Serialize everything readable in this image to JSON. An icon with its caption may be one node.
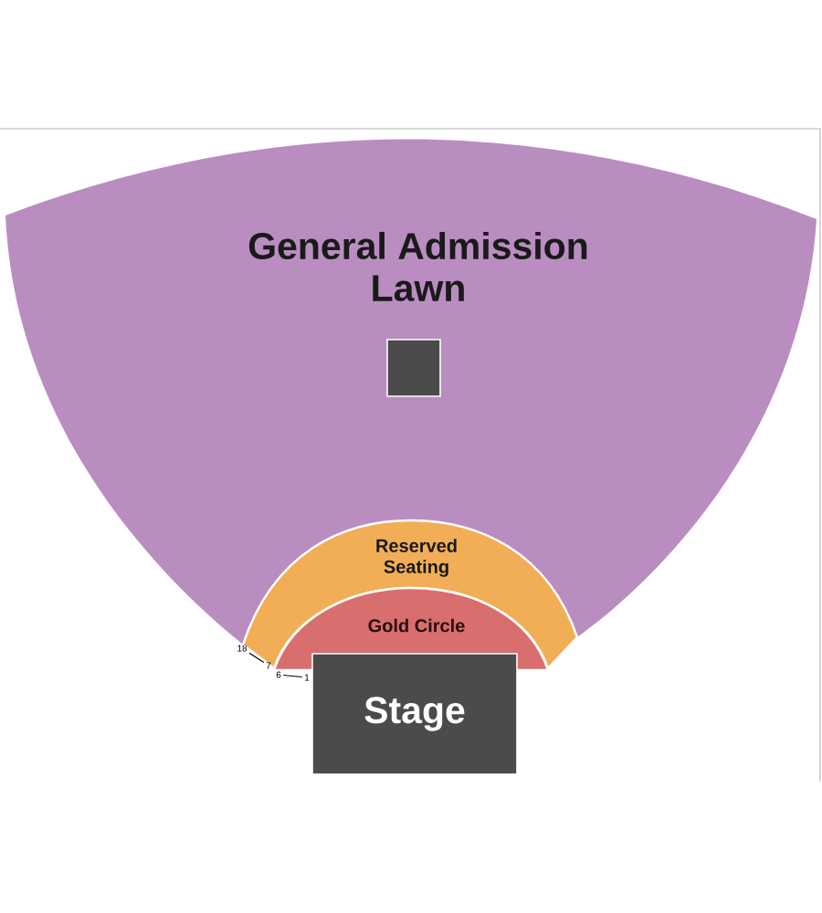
{
  "diagram": {
    "nodes": [
      {
        "text": [
          "General Admission Lawn"
        ]
      },
      {
        "text": [],
        "shape": "box",
        "in": 0
      },
      {
        "text": [
          "Reserved Seating"
        ]
      },
      {
        "text": [
          "Gold Circle"
        ]
      },
      {
        "text": [
          "Stage"
        ]
      },
      {
        "text": [
          "18"
        ]
      },
      {
        "text": [
          "7"
        ]
      },
      {
        "text": [
          "6"
        ]
      },
      {
        "text": [
          "1"
        ]
      }
    ],
    "edges": [
      {
        "from": 5,
        "to": 6,
        "arrow": "none"
      },
      {
        "from": 7,
        "to": 8,
        "arrow": "none"
      }
    ]
  }
}
